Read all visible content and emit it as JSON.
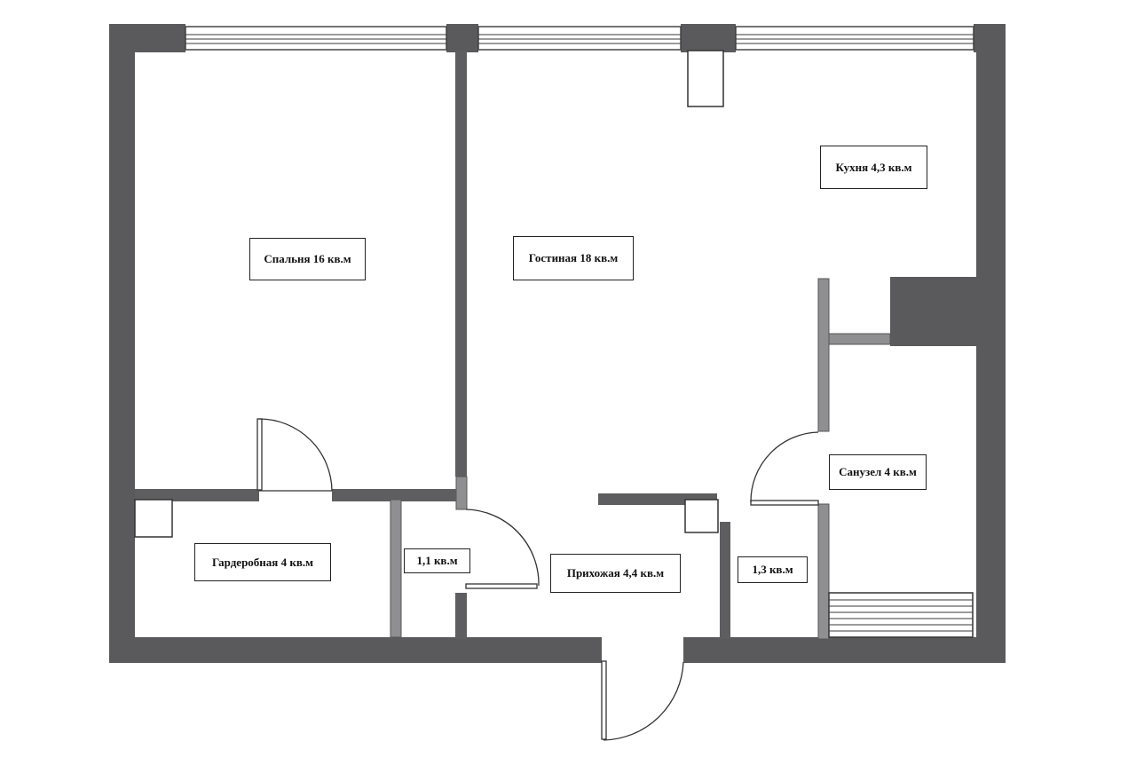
{
  "rooms": {
    "bedroom": "Спальня 16 кв.м",
    "living": "Гостиная 18 кв.м",
    "kitchen": "Кухня 4,3 кв.м",
    "bathroom": "Санузел 4 кв.м",
    "wardrobe": "Гардеробная  4 кв.м",
    "closet_small": "1,1 кв.м",
    "hallway": "Прихожая 4,4 кв.м",
    "closet_mid": "1,3 кв.м"
  },
  "colors": {
    "wall": "#5a5a5c",
    "background": "#ffffff",
    "line": "#333333"
  }
}
